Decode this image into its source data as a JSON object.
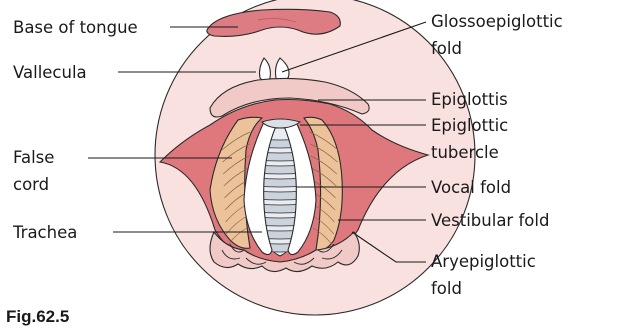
{
  "figure_label": "Fig.62.5",
  "labels": {
    "base_of_tongue": "Base of tongue",
    "vallecula": "Vallecula",
    "false_cord_line1": "False",
    "false_cord_line2": "cord",
    "trachea": "Trachea",
    "glossoepiglottic_line1": "Glossoepiglottic",
    "glossoepiglottic_line2": "fold",
    "epiglottis": "Epiglottis",
    "epiglottic_tubercle_line1": "Epiglottic",
    "epiglottic_tubercle_line2": "tubercle",
    "vocal_fold": "Vocal fold",
    "vestibular_fold": "Vestibular fold",
    "aryepiglottic_line1": "Aryepiglottic",
    "aryepiglottic_line2": "fold"
  },
  "colors": {
    "background_circle": "#f9e1df",
    "tongue": "#de7c84",
    "laryngeal_wall": "#df787c",
    "epiglottis": "#f1c9c6",
    "vestibular_tissue": "#ecc29a",
    "vocal_fold": "#ffffff",
    "trachea_ring": "#cbd3dc"
  }
}
